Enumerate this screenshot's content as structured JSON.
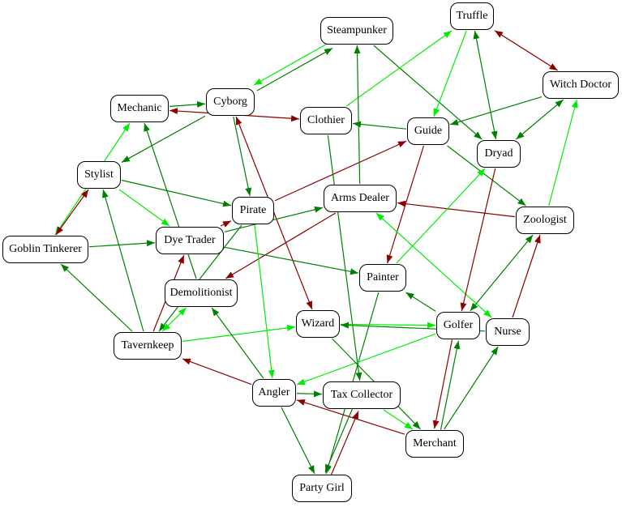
{
  "colors": {
    "dark_green": "#008000",
    "light_green": "#00ee00",
    "dark_red": "#8b0000"
  },
  "nodes": {
    "truffle": "Truffle",
    "steampunker": "Steampunker",
    "witch_doctor": "Witch Doctor",
    "mechanic": "Mechanic",
    "cyborg": "Cyborg",
    "clothier": "Clothier",
    "guide": "Guide",
    "dryad": "Dryad",
    "stylist": "Stylist",
    "pirate": "Pirate",
    "arms_dealer": "Arms Dealer",
    "zoologist": "Zoologist",
    "goblin_tinkerer": "Goblin Tinkerer",
    "dye_trader": "Dye Trader",
    "painter": "Painter",
    "demolitionist": "Demolitionist",
    "wizard": "Wizard",
    "golfer": "Golfer",
    "nurse": "Nurse",
    "tavernkeep": "Tavernkeep",
    "angler": "Angler",
    "tax_collector": "Tax Collector",
    "merchant": "Merchant",
    "party_girl": "Party Girl"
  },
  "edges": [
    {
      "from": "mechanic",
      "to": "cyborg",
      "color": "dark_green"
    },
    {
      "from": "cyborg",
      "to": "steampunker",
      "color": "dark_green"
    },
    {
      "from": "steampunker",
      "to": "cyborg",
      "color": "light_green"
    },
    {
      "from": "mechanic",
      "to": "clothier",
      "color": "dark_red",
      "both": true
    },
    {
      "from": "cyborg",
      "to": "wizard",
      "color": "dark_red",
      "both": true
    },
    {
      "from": "cyborg",
      "to": "pirate",
      "color": "dark_green"
    },
    {
      "from": "cyborg",
      "to": "stylist",
      "color": "dark_green"
    },
    {
      "from": "steampunker",
      "to": "dryad",
      "color": "dark_green"
    },
    {
      "from": "clothier",
      "to": "truffle",
      "color": "light_green"
    },
    {
      "from": "truffle",
      "to": "guide",
      "color": "light_green"
    },
    {
      "from": "truffle",
      "to": "dryad",
      "color": "dark_green",
      "both": true
    },
    {
      "from": "truffle",
      "to": "witch_doctor",
      "color": "dark_red",
      "both": true
    },
    {
      "from": "witch_doctor",
      "to": "guide",
      "color": "dark_green"
    },
    {
      "from": "witch_doctor",
      "to": "dryad",
      "color": "dark_green",
      "both": true
    },
    {
      "from": "guide",
      "to": "clothier",
      "color": "dark_green"
    },
    {
      "from": "guide",
      "to": "painter",
      "color": "dark_red"
    },
    {
      "from": "guide",
      "to": "zoologist",
      "color": "dark_green"
    },
    {
      "from": "pirate",
      "to": "guide",
      "color": "dark_red"
    },
    {
      "from": "clothier",
      "to": "tax_collector",
      "color": "dark_green"
    },
    {
      "from": "arms_dealer",
      "to": "steampunker",
      "color": "dark_green"
    },
    {
      "from": "arms_dealer",
      "to": "demolitionist",
      "color": "dark_red"
    },
    {
      "from": "zoologist",
      "to": "arms_dealer",
      "color": "dark_red"
    },
    {
      "from": "zoologist",
      "to": "witch_doctor",
      "color": "light_green"
    },
    {
      "from": "arms_dealer",
      "to": "nurse",
      "color": "light_green",
      "both": true
    },
    {
      "from": "dryad",
      "to": "golfer",
      "color": "dark_red"
    },
    {
      "from": "golfer",
      "to": "zoologist",
      "color": "dark_green",
      "both": true
    },
    {
      "from": "nurse",
      "to": "zoologist",
      "color": "dark_red"
    },
    {
      "from": "merchant",
      "to": "nurse",
      "color": "dark_green"
    },
    {
      "from": "painter",
      "to": "dryad",
      "color": "light_green"
    },
    {
      "from": "painter",
      "to": "party_girl",
      "color": "dark_green"
    },
    {
      "from": "golfer",
      "to": "painter",
      "color": "dark_green"
    },
    {
      "from": "golfer",
      "to": "angler",
      "color": "light_green"
    },
    {
      "from": "golfer",
      "to": "merchant",
      "color": "dark_red"
    },
    {
      "from": "merchant",
      "to": "golfer",
      "color": "dark_green"
    },
    {
      "from": "wizard",
      "to": "golfer",
      "color": "light_green"
    },
    {
      "from": "nurse",
      "to": "wizard",
      "color": "dark_green"
    },
    {
      "from": "wizard",
      "to": "merchant",
      "color": "dark_green"
    },
    {
      "from": "mechanic",
      "to": "goblin_tinkerer",
      "color": "light_green",
      "both": true
    },
    {
      "from": "stylist",
      "to": "goblin_tinkerer",
      "color": "dark_red",
      "both": true
    },
    {
      "from": "stylist",
      "to": "pirate",
      "color": "dark_green"
    },
    {
      "from": "stylist",
      "to": "dye_trader",
      "color": "light_green"
    },
    {
      "from": "goblin_tinkerer",
      "to": "dye_trader",
      "color": "dark_green"
    },
    {
      "from": "dye_trader",
      "to": "pirate",
      "color": "dark_red"
    },
    {
      "from": "dye_trader",
      "to": "arms_dealer",
      "color": "dark_green"
    },
    {
      "from": "dye_trader",
      "to": "painter",
      "color": "dark_green"
    },
    {
      "from": "demolitionist",
      "to": "mechanic",
      "color": "dark_green"
    },
    {
      "from": "pirate",
      "to": "tavernkeep",
      "color": "dark_green"
    },
    {
      "from": "pirate",
      "to": "angler",
      "color": "light_green"
    },
    {
      "from": "tavernkeep",
      "to": "goblin_tinkerer",
      "color": "dark_green"
    },
    {
      "from": "tavernkeep",
      "to": "stylist",
      "color": "dark_green"
    },
    {
      "from": "tavernkeep",
      "to": "dye_trader",
      "color": "dark_red"
    },
    {
      "from": "tavernkeep",
      "to": "demolitionist",
      "color": "light_green",
      "both": true
    },
    {
      "from": "tavernkeep",
      "to": "wizard",
      "color": "light_green"
    },
    {
      "from": "angler",
      "to": "tavernkeep",
      "color": "dark_red"
    },
    {
      "from": "angler",
      "to": "demolitionist",
      "color": "dark_green"
    },
    {
      "from": "angler",
      "to": "tax_collector",
      "color": "dark_green"
    },
    {
      "from": "angler",
      "to": "party_girl",
      "color": "dark_green"
    },
    {
      "from": "tax_collector",
      "to": "merchant",
      "color": "light_green"
    },
    {
      "from": "tax_collector",
      "to": "party_girl",
      "color": "dark_green"
    },
    {
      "from": "party_girl",
      "to": "tax_collector",
      "color": "dark_red"
    },
    {
      "from": "merchant",
      "to": "angler",
      "color": "dark_red"
    }
  ]
}
